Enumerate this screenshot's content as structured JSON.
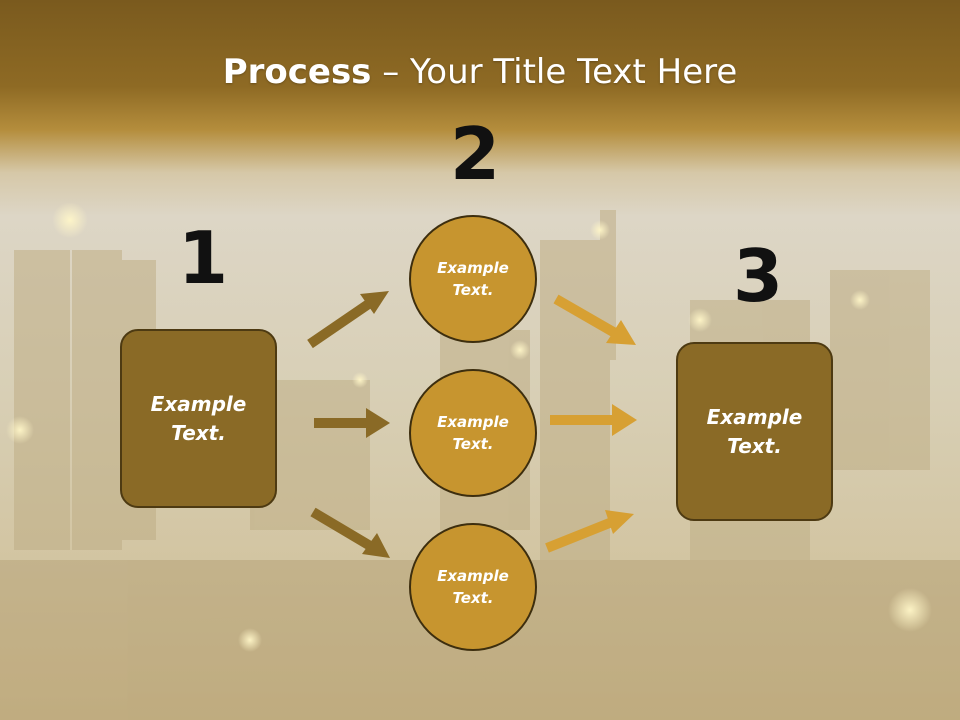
{
  "title": {
    "bold": "Process",
    "rest": " – Your Title Text Here"
  },
  "steps": [
    {
      "number": "1",
      "label": "Example\nText."
    },
    {
      "number": "2",
      "label": "Example\nText."
    },
    {
      "number": "3",
      "label": "Example\nText."
    }
  ],
  "circles": [
    {
      "label": "Example\nText."
    },
    {
      "label": "Example\nText."
    },
    {
      "label": "Example\nText."
    }
  ],
  "colors": {
    "banner": "#7a5a1e",
    "box_fill": "#8a6a26",
    "circle_fill": "#c7952f",
    "arrow_left": "#8a6a26",
    "arrow_right": "#d7a033",
    "number_color": "#111111"
  }
}
